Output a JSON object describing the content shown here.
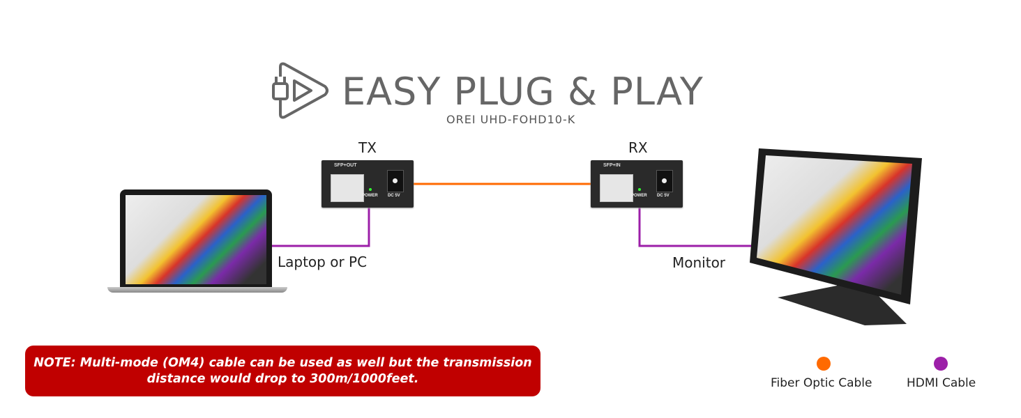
{
  "header": {
    "title": "EASY PLUG & PLAY",
    "subtitle": "OREI UHD-FOHD10-K",
    "logo_icon": "plug-play-icon"
  },
  "devices": {
    "tx": {
      "label": "TX",
      "port_label": "SFP+OUT",
      "power_label": "POWER",
      "dc_label": "DC 5V"
    },
    "rx": {
      "label": "RX",
      "port_label": "SFP+IN",
      "power_label": "POWER",
      "dc_label": "DC 5V"
    },
    "source_label": "Laptop or PC",
    "display_label": "Monitor"
  },
  "note": {
    "line1": "NOTE: Multi-mode (OM4) cable can be used as well but the transmission",
    "line2": "distance would drop to 300m/1000feet."
  },
  "legend": {
    "items": [
      {
        "label": "Fiber Optic Cable",
        "color": "#ff6a00"
      },
      {
        "label": "HDMI Cable",
        "color": "#9c1fa8"
      }
    ]
  },
  "colors": {
    "fiber": "#ff6a00",
    "hdmi": "#9c1fa8",
    "note_bg": "#c00000",
    "title": "#666666"
  }
}
